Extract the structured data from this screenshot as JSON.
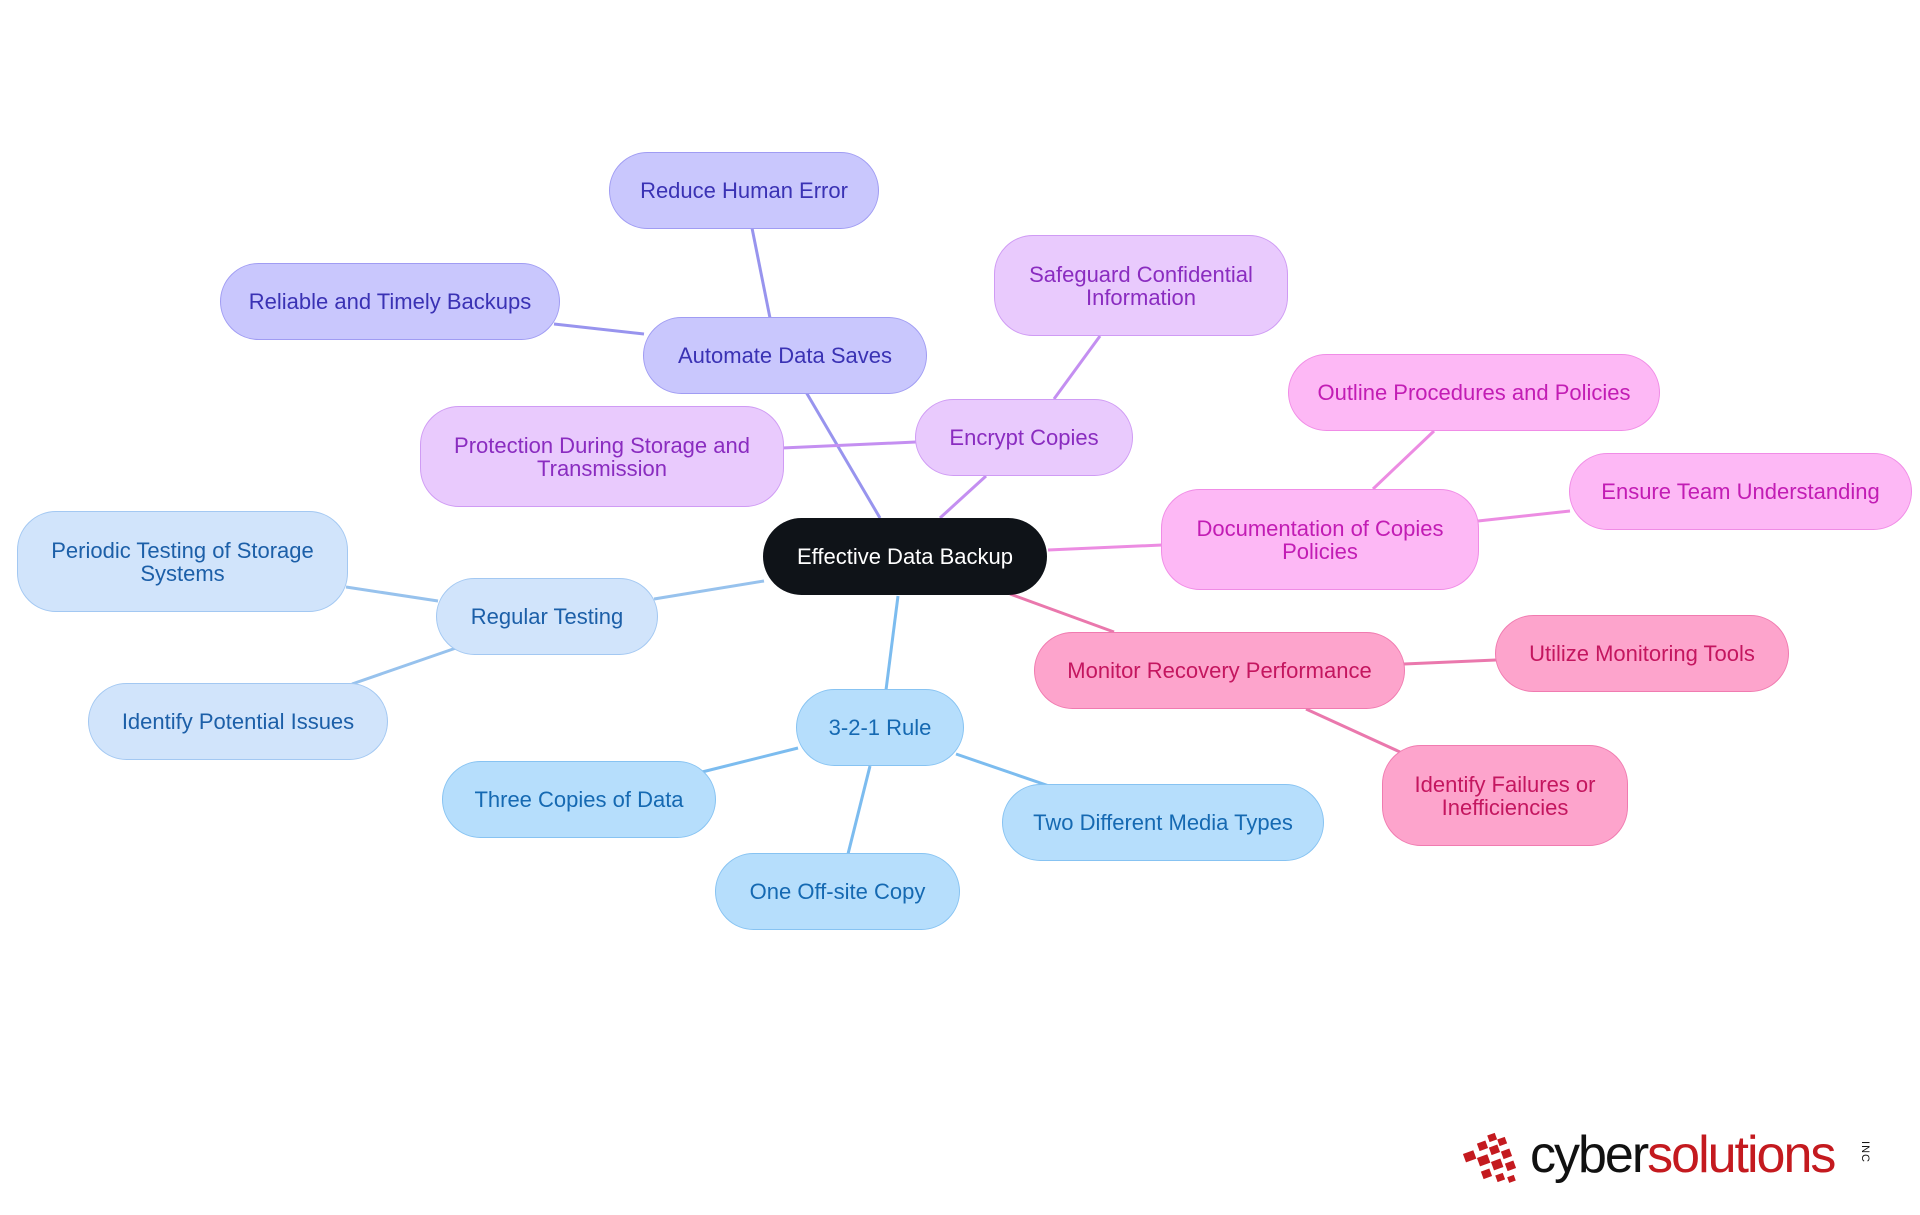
{
  "root": {
    "label": "Effective Data Backup"
  },
  "branches": [
    {
      "id": "automate",
      "label": "Automate Data Saves",
      "color": "violet",
      "edge": "#9894ee",
      "children": [
        {
          "id": "reduce-human-error",
          "label": "Reduce Human Error"
        },
        {
          "id": "reliable-backups",
          "label": "Reliable and Timely Backups"
        }
      ]
    },
    {
      "id": "encrypt",
      "label": "Encrypt Copies",
      "color": "purple",
      "edge": "#c48ff1",
      "children": [
        {
          "id": "safeguard",
          "label": "Safeguard Confidential Information"
        },
        {
          "id": "protection",
          "label": "Protection During Storage and Transmission"
        }
      ]
    },
    {
      "id": "documentation",
      "label": "Documentation of Copies Policies",
      "color": "magenta",
      "edge": "#ec8ce2",
      "children": [
        {
          "id": "outline",
          "label": "Outline Procedures and Policies"
        },
        {
          "id": "team",
          "label": "Ensure Team Understanding"
        }
      ]
    },
    {
      "id": "monitor",
      "label": "Monitor Recovery Performance",
      "color": "pink",
      "edge": "#ea78ad",
      "children": [
        {
          "id": "monitoring-tools",
          "label": "Utilize Monitoring Tools"
        },
        {
          "id": "failures",
          "label": "Identify Failures or Inefficiencies"
        }
      ]
    },
    {
      "id": "rule",
      "label": "3-2-1 Rule",
      "color": "sky",
      "edge": "#7cbcef",
      "children": [
        {
          "id": "three-copies",
          "label": "Three Copies of Data"
        },
        {
          "id": "two-media",
          "label": "Two Different Media Types"
        },
        {
          "id": "offsite",
          "label": "One Off-site Copy"
        }
      ]
    },
    {
      "id": "testing",
      "label": "Regular Testing",
      "color": "lblue",
      "edge": "#97c2ed",
      "children": [
        {
          "id": "periodic",
          "label": "Periodic Testing of Storage Systems"
        },
        {
          "id": "issues",
          "label": "Identify Potential Issues"
        }
      ]
    }
  ],
  "logo": {
    "text_dark": "cyber",
    "text_red": "solutions",
    "suffix": "INC"
  }
}
